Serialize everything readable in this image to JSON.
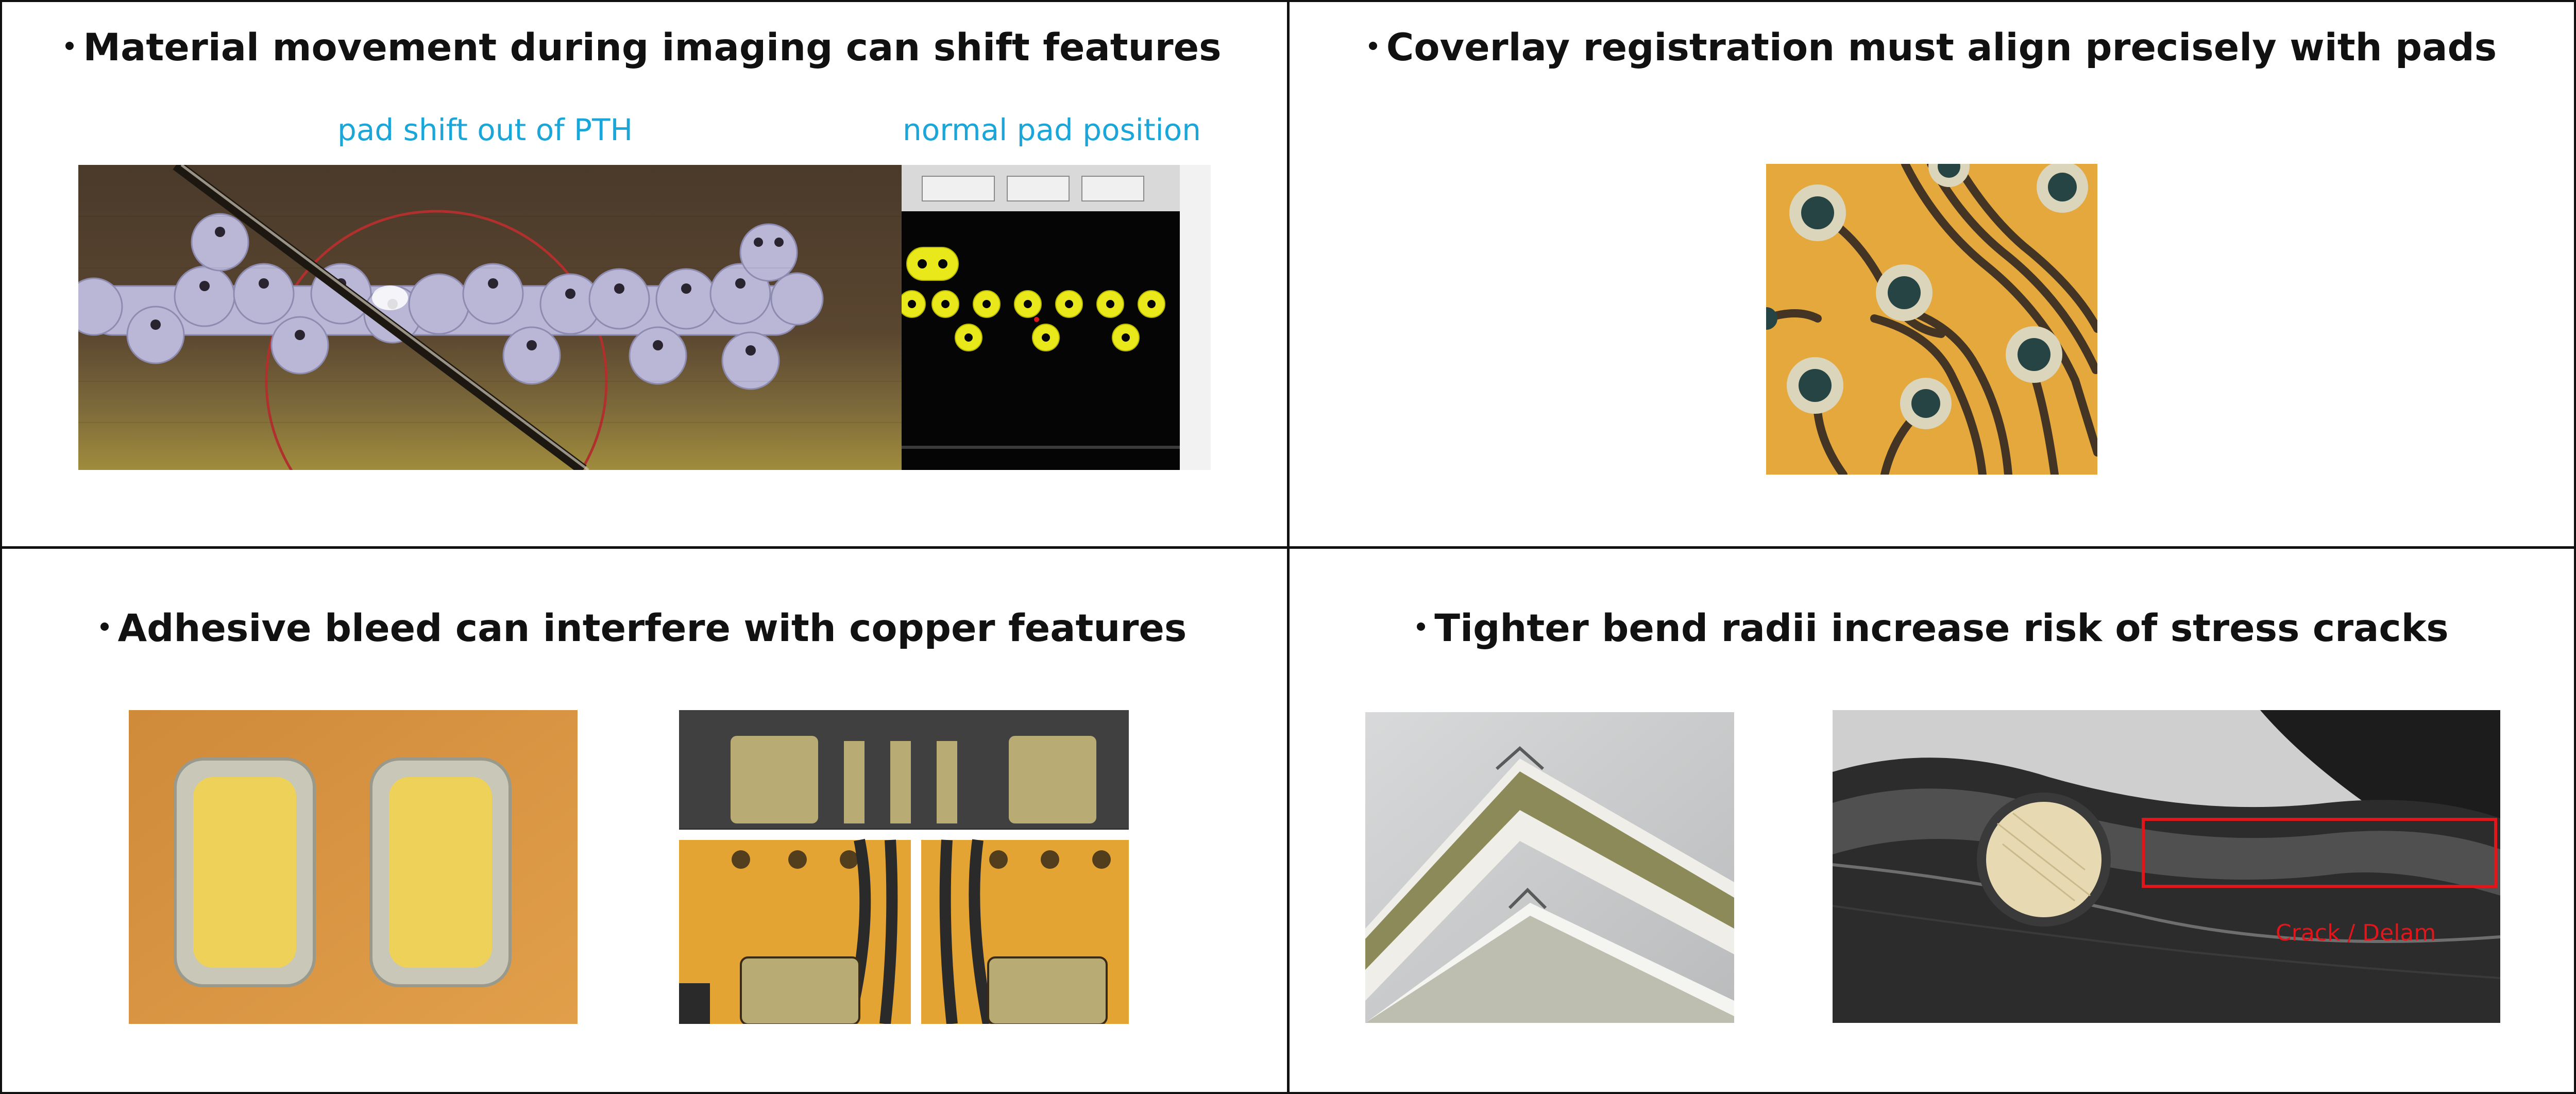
{
  "panels": {
    "top_left": {
      "title": "Material movement during imaging can shift features",
      "caption_left": "pad shift out of PTH",
      "caption_right": "normal pad position",
      "inset_buttons": [
        "",
        "",
        " "
      ]
    },
    "top_right": {
      "title": "Coverlay registration must align precisely with pads"
    },
    "bottom_left": {
      "title": "Adhesive bleed can interfere with copper features"
    },
    "bottom_right": {
      "title": "Tighter bend radii increase risk of stress cracks",
      "annotation": "Crack / Delam"
    }
  },
  "colors": {
    "caption": "#1aa6d9",
    "annotation": "#e0161b",
    "kapton": "#e3a433",
    "grid_line": "#111111"
  }
}
